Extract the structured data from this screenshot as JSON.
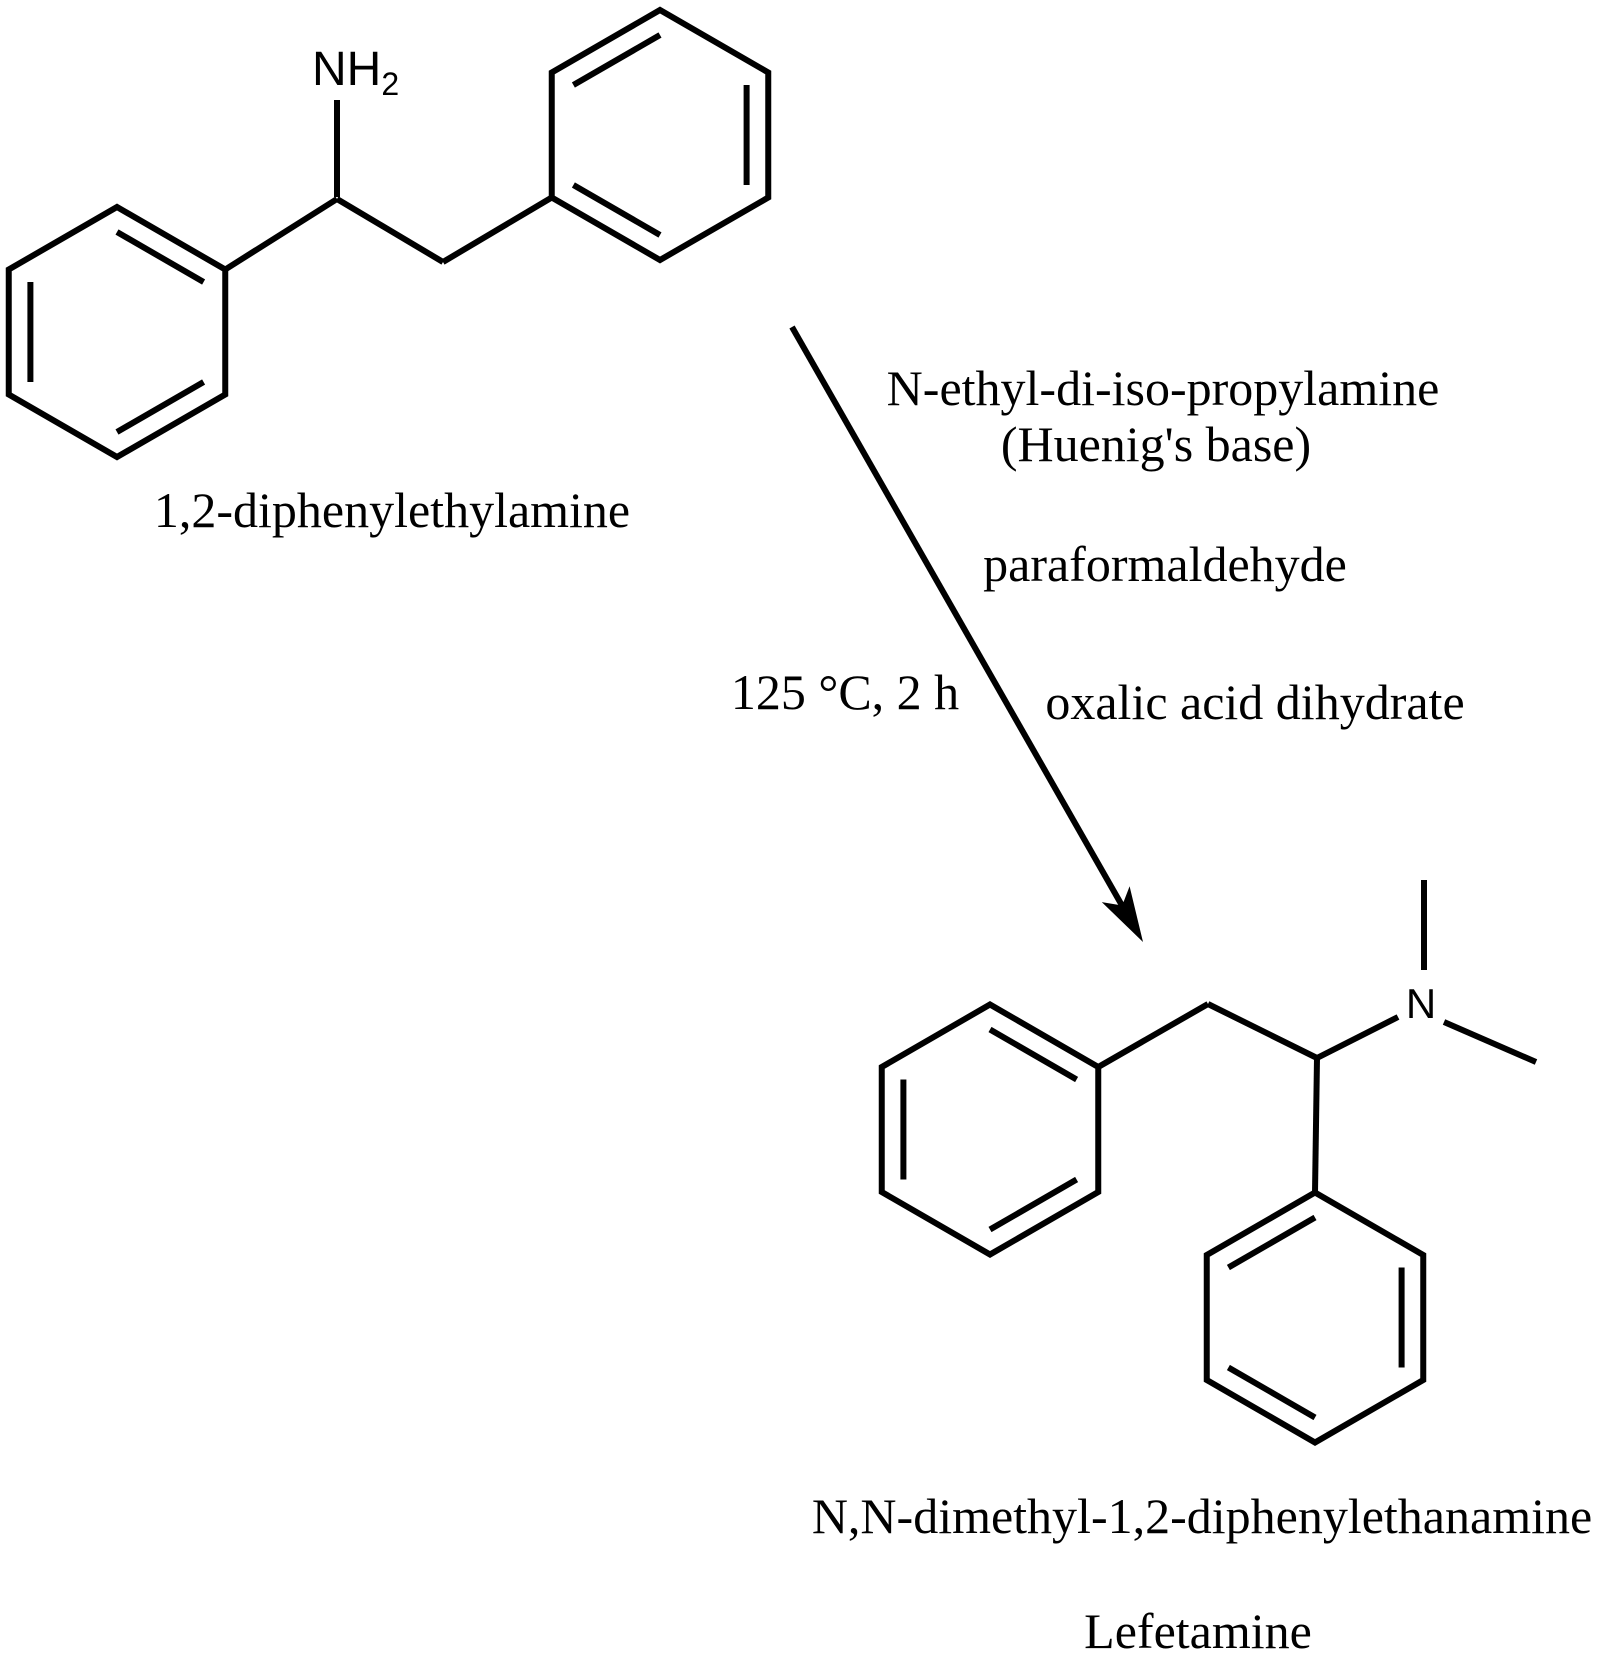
{
  "page": {
    "background_color": "#ffffff",
    "ink_color": "#000000"
  },
  "scheme": {
    "reactant": {
      "name": "1,2-diphenylethylamine",
      "amine_group": {
        "text": "NH",
        "subscript": "2"
      }
    },
    "conditions": {
      "reagent_line1": "N-ethyl-di-iso-propylamine",
      "reagent_line2": "(Huenig's base)",
      "reagent_line3": "paraformaldehyde",
      "temperature_time": "125 °C, 2 h",
      "reagent_line4": "oxalic acid dihydrate"
    },
    "product": {
      "nitrogen_label": "N",
      "iupac_name": "N,N-dimethyl-1,2-diphenylethanamine",
      "common_name": "Lefetamine"
    }
  }
}
